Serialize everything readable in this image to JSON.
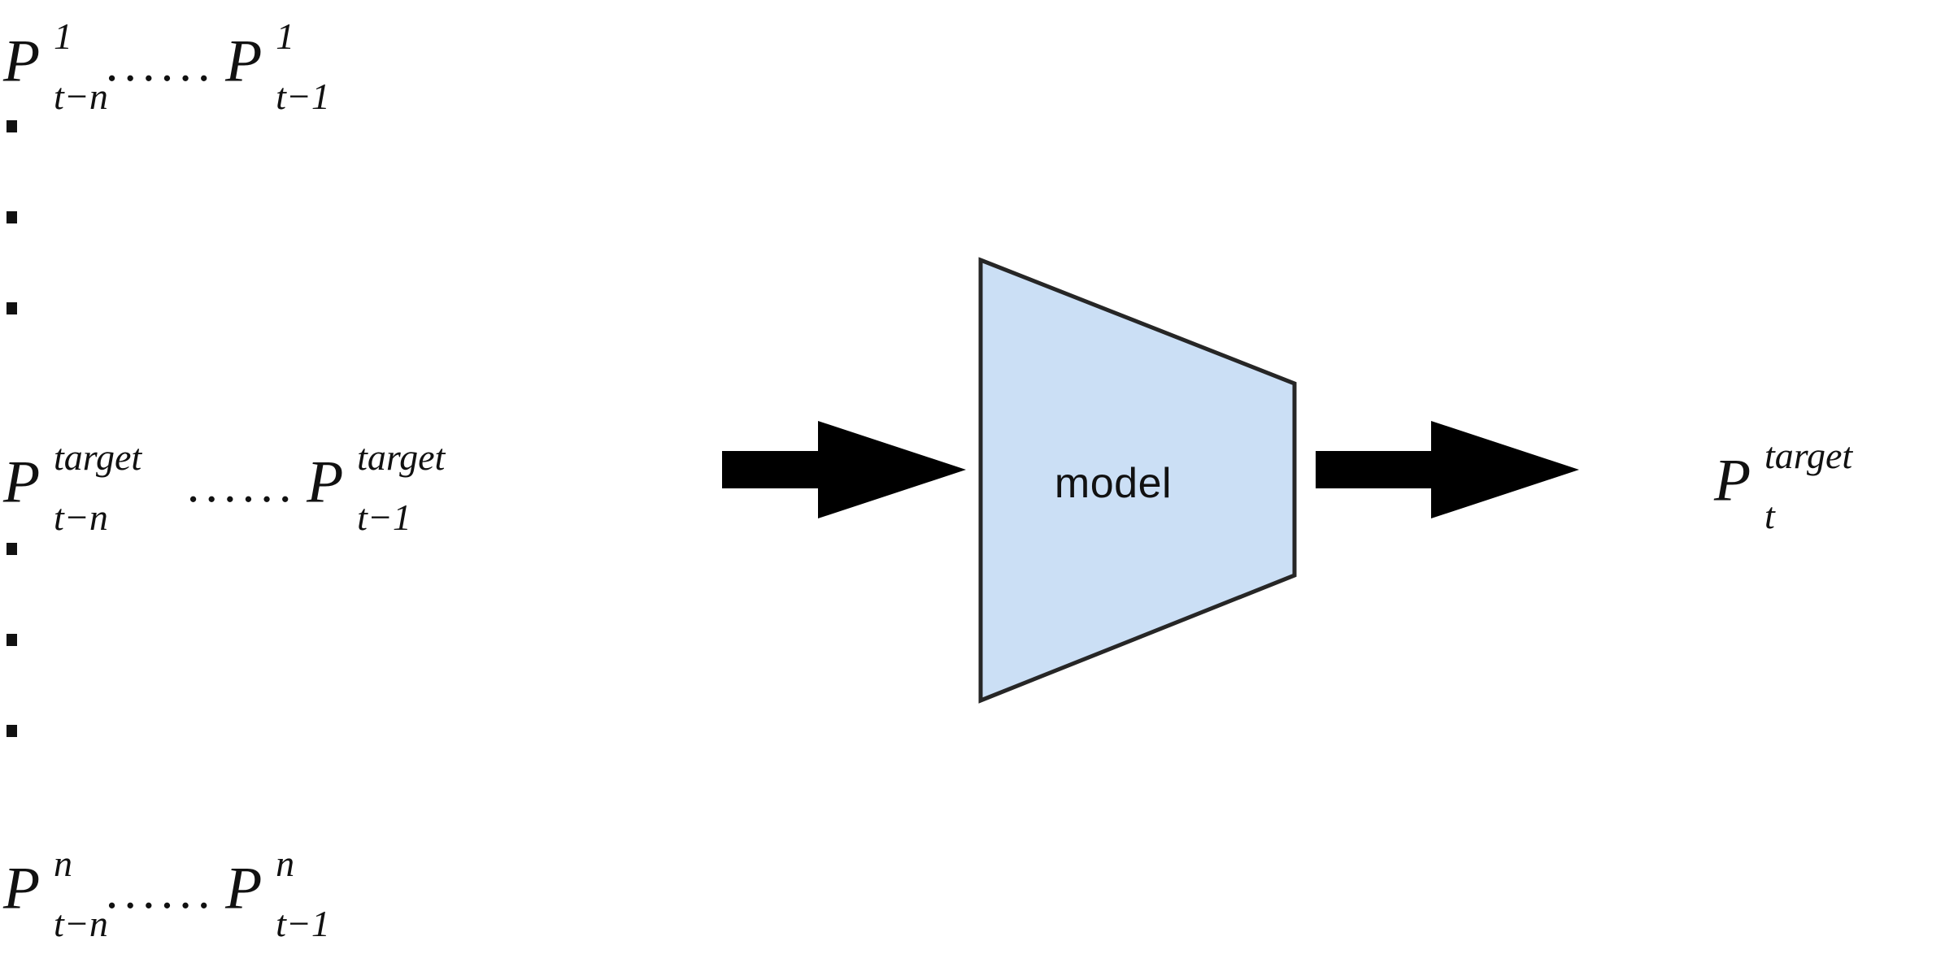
{
  "figure": {
    "type": "model-io-diagram",
    "background_color": "#ffffff",
    "input_rows": [
      {
        "id": "series-1",
        "first_term": {
          "base": "P",
          "sup": "1",
          "sub": "t−n"
        },
        "separator": "······",
        "last_term": {
          "base": "P",
          "sup": "1",
          "sub": "t−1"
        }
      },
      {
        "id": "series-target",
        "first_term": {
          "base": "P",
          "sup": "target",
          "sub": "t−n"
        },
        "separator": "······",
        "last_term": {
          "base": "P",
          "sup": "target",
          "sub": "t−1"
        }
      },
      {
        "id": "series-n",
        "first_term": {
          "base": "P",
          "sup": "n",
          "sub": "t−n"
        },
        "separator": "······",
        "last_term": {
          "base": "P",
          "sup": "n",
          "sub": "t−1"
        }
      }
    ],
    "vertical_ellipsis": {
      "dot_count": 3,
      "groups": [
        "upper",
        "lower"
      ]
    },
    "model": {
      "label": "model",
      "fill_color": "#cbdff5",
      "stroke_color": "#262626",
      "shape": "trapezoid"
    },
    "arrows": {
      "color": "#000000",
      "input_arrow_label": "",
      "output_arrow_label": ""
    },
    "output": {
      "term": {
        "base": "P",
        "sup": "target",
        "sub": "t"
      }
    }
  }
}
